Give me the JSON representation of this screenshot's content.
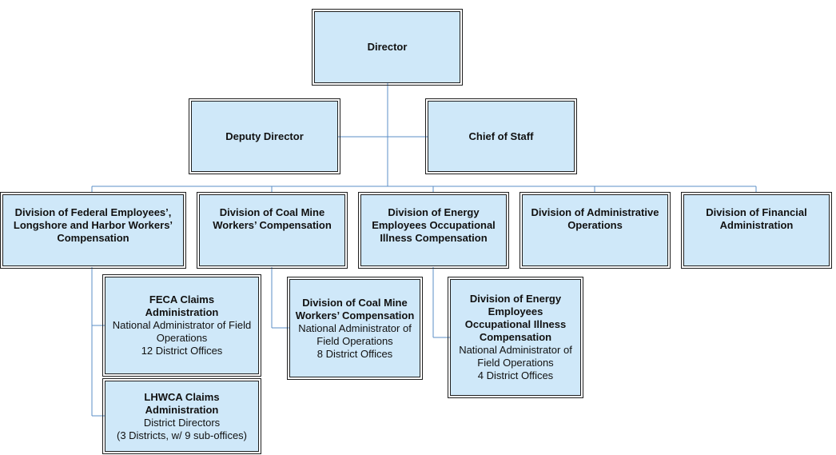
{
  "colors": {
    "box_fill": "#cfe8f9",
    "box_border": "#1f1f1f",
    "connector": "#5b8fc7"
  },
  "director": {
    "title": "Director"
  },
  "deputy": {
    "title": "Deputy Director"
  },
  "chief": {
    "title": "Chief of Staff"
  },
  "divisions": [
    {
      "title": "Division of Federal Employees’, Longshore and Harbor Workers’ Compensation"
    },
    {
      "title": "Division of Coal Mine Workers’ Compensation"
    },
    {
      "title": "Division of Energy Employees Occupational Illness Compensation"
    },
    {
      "title": "Division of Administrative Operations"
    },
    {
      "title": "Division of Financial Administration"
    }
  ],
  "sub_units": {
    "feca": {
      "title": "FECA Claims Administration",
      "lines": [
        "National Administrator of Field Operations",
        "12 District Offices"
      ]
    },
    "lhwca": {
      "title": "LHWCA Claims Administration",
      "lines": [
        "District Directors",
        "(3 Districts, w/ 9 sub-offices)"
      ]
    },
    "coal": {
      "title": "Division of Coal Mine Workers’ Compensation",
      "lines": [
        "National Administrator of Field Operations",
        "8 District Offices"
      ]
    },
    "energy": {
      "title": "Division of Energy Employees Occupational Illness Compensation",
      "lines": [
        "National Administrator of Field Operations",
        "4 District Offices"
      ]
    }
  }
}
